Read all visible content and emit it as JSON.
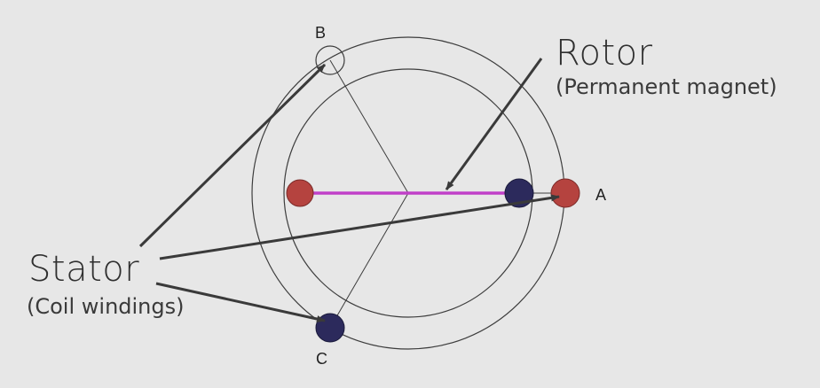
{
  "labels": {
    "rotor_title": "Rotor",
    "rotor_sub": "(Permanent magnet)",
    "stator_title": "Stator",
    "stator_sub": "(Coil windings)",
    "point_a": "A",
    "point_b": "B",
    "point_c": "C"
  },
  "colors": {
    "background": "#e7e7e7",
    "line": "#3d3d3d",
    "rotor_bar": "#c040c8",
    "red_pole": "#b5433f",
    "blue_pole": "#2c2a5c",
    "arrow": "#3a3a3a"
  }
}
